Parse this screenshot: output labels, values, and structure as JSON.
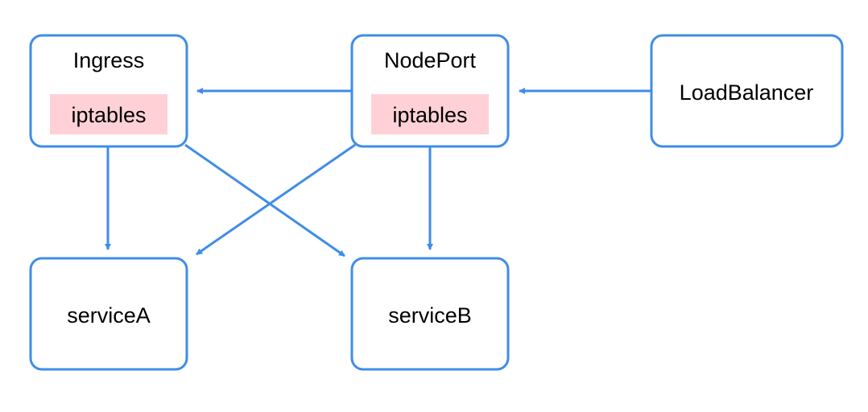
{
  "colors": {
    "accent": "#3f8de8",
    "tag_fill": "#ffd1d6",
    "text": "#000000"
  },
  "nodes": {
    "ingress": {
      "label": "Ingress",
      "tag": "iptables"
    },
    "nodeport": {
      "label": "NodePort",
      "tag": "iptables"
    },
    "loadbalancer": {
      "label": "LoadBalancer"
    },
    "serviceA": {
      "label": "serviceA"
    },
    "serviceB": {
      "label": "serviceB"
    }
  },
  "edges": [
    {
      "from": "loadbalancer",
      "to": "nodeport"
    },
    {
      "from": "nodeport",
      "to": "ingress"
    },
    {
      "from": "ingress",
      "to": "serviceA"
    },
    {
      "from": "ingress",
      "to": "serviceB"
    },
    {
      "from": "nodeport",
      "to": "serviceA"
    },
    {
      "from": "nodeport",
      "to": "serviceB"
    }
  ]
}
